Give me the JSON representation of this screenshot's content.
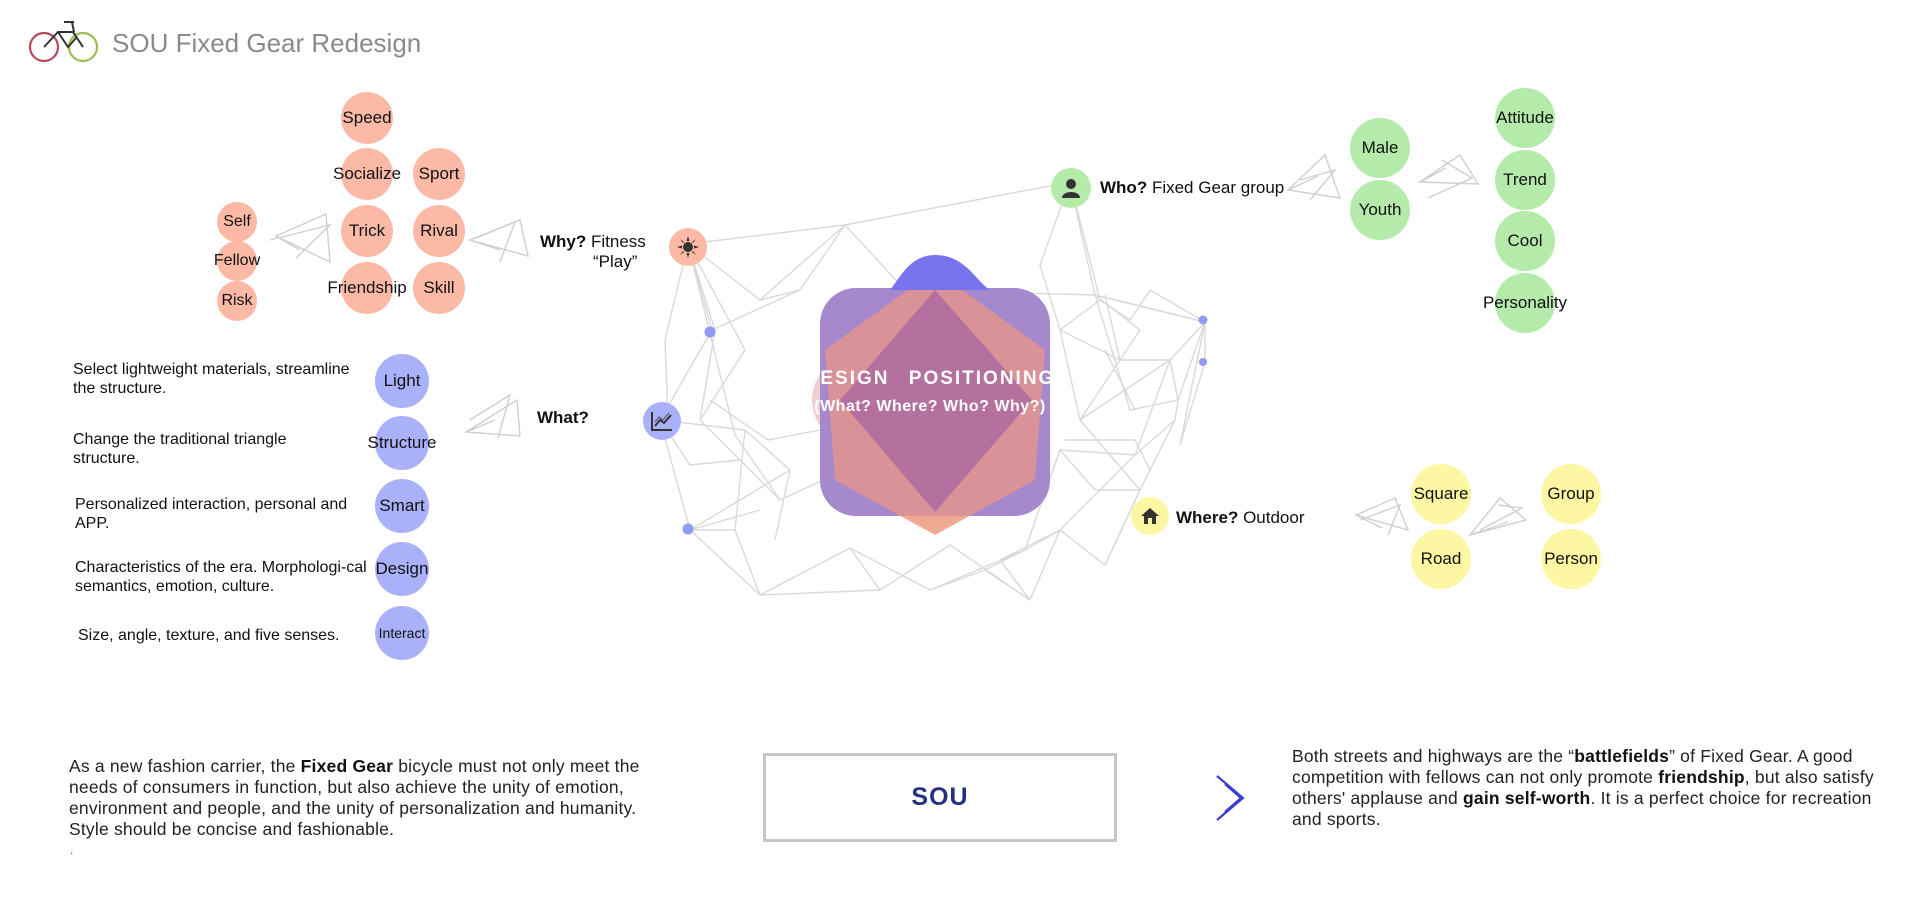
{
  "header": {
    "title": "SOU Fixed Gear Redesign",
    "logo_icon": "bicycle-logo-icon"
  },
  "center": {
    "title": "DESIGN POSITIONING",
    "subtitle": "(What? Where? Who? Why?)"
  },
  "why": {
    "heading": "Why?",
    "label_line1": "Fitness",
    "label_line2": "“Play”",
    "icon": "sun-icon",
    "cluster_left": [
      "Self",
      "Fellow",
      "Risk"
    ],
    "cluster_right": [
      "Speed",
      "Socialize",
      "Sport",
      "Trick",
      "Rival",
      "Friendship",
      "Skill"
    ]
  },
  "what": {
    "heading": "What?",
    "icon": "chart-icon",
    "items": [
      {
        "circle": "Light",
        "description": "Select lightweight materials, streamline the structure."
      },
      {
        "circle": "Structure",
        "description": "Change the traditional triangle structure."
      },
      {
        "circle": "Smart",
        "description": "Personalized interaction, personal and APP."
      },
      {
        "circle": "Design",
        "description": "Characteristics of the era. Morphologi-cal semantics, emotion, culture."
      },
      {
        "circle": "Interact",
        "description": "Size, angle, texture, and five senses."
      }
    ]
  },
  "who": {
    "heading": "Who?",
    "label": "Fixed Gear group",
    "icon": "person-icon",
    "group": [
      "Male",
      "Youth"
    ],
    "traits": [
      "Attitude",
      "Trend",
      "Cool",
      "Personality"
    ]
  },
  "where": {
    "heading": "Where?",
    "label": "Outdoor",
    "icon": "house-icon",
    "places": [
      "Square",
      "Road"
    ],
    "with": [
      "Group",
      "Person"
    ]
  },
  "bottom": {
    "left_text": {
      "p1": "As a new fashion carrier, the ",
      "b1": "Fixed Gear",
      "p2": " bicycle must not only meet the needs of consumers in function, but also achieve the unity of emotion, environment and people, and the unity of personalization and humanity. Style should be concise and fashionable.",
      "dot": "."
    },
    "sou_label": "SOU",
    "arrow_icon": "double-chevron-right-icon",
    "right_text": {
      "p1": "Both streets and highways are the “",
      "b1": "battlefields",
      "p2": "” of Fixed Gear. A good competition with fellows can not only promote ",
      "b2": "friendship",
      "p3": ", but also satisfy others' applause and ",
      "b3": "gain self-worth",
      "p4": ". It is a perfect choice for recreation and sports."
    }
  },
  "colors": {
    "pink": "#fbb9a6",
    "blue": "#aab1fb",
    "green": "#b5ebaa",
    "yellow": "#fdf7a3",
    "accent_dark_blue": "#25307f",
    "title_gray": "#8a8a8a"
  }
}
